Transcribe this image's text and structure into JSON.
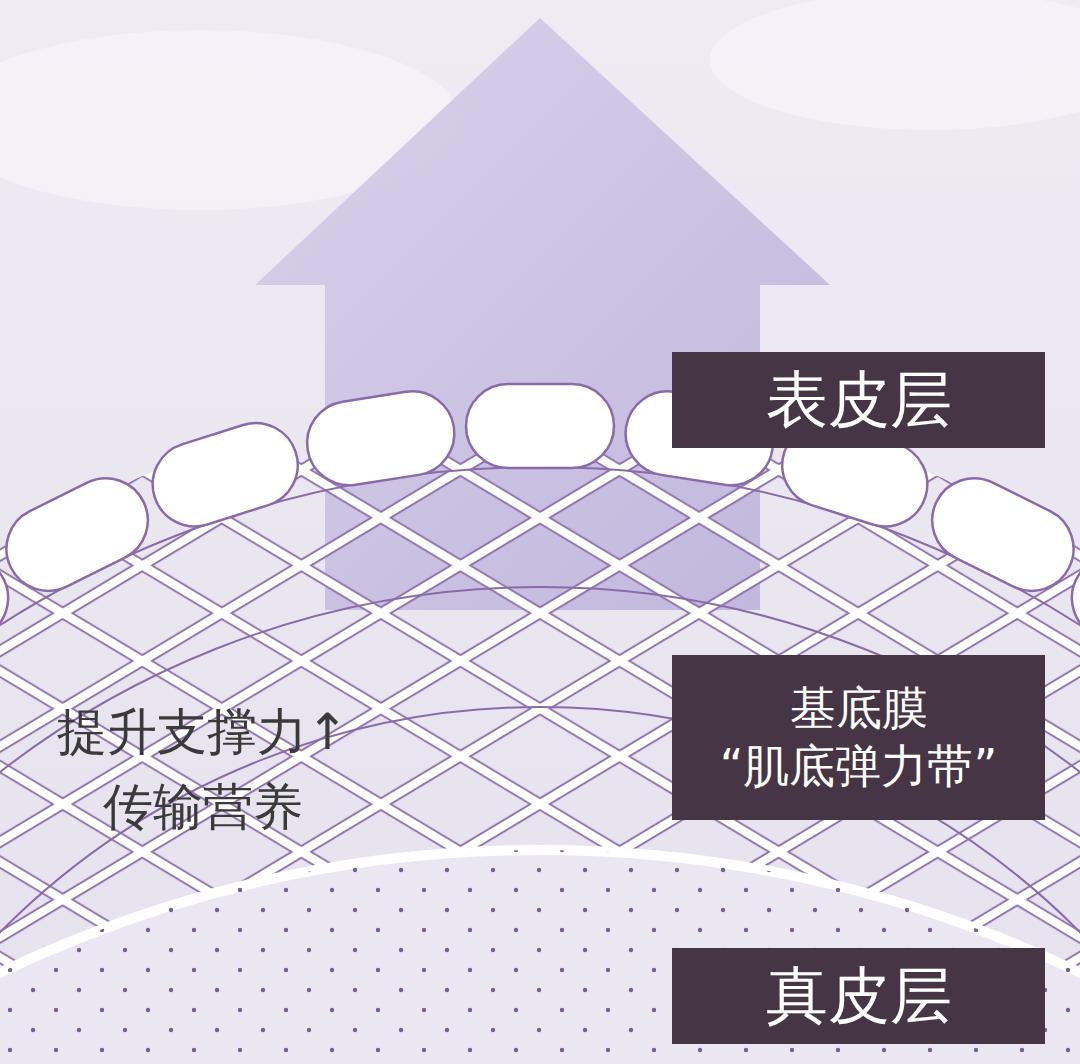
{
  "diagram": {
    "nodes": [
      {
        "text": [
          "表皮层"
        ]
      },
      {
        "text": [
          "基底膜",
          "“肌底弹力带”"
        ]
      },
      {
        "text": [
          "真皮层"
        ]
      }
    ],
    "labels": [
      "提升支撑力↑ 传输营养"
    ]
  }
}
